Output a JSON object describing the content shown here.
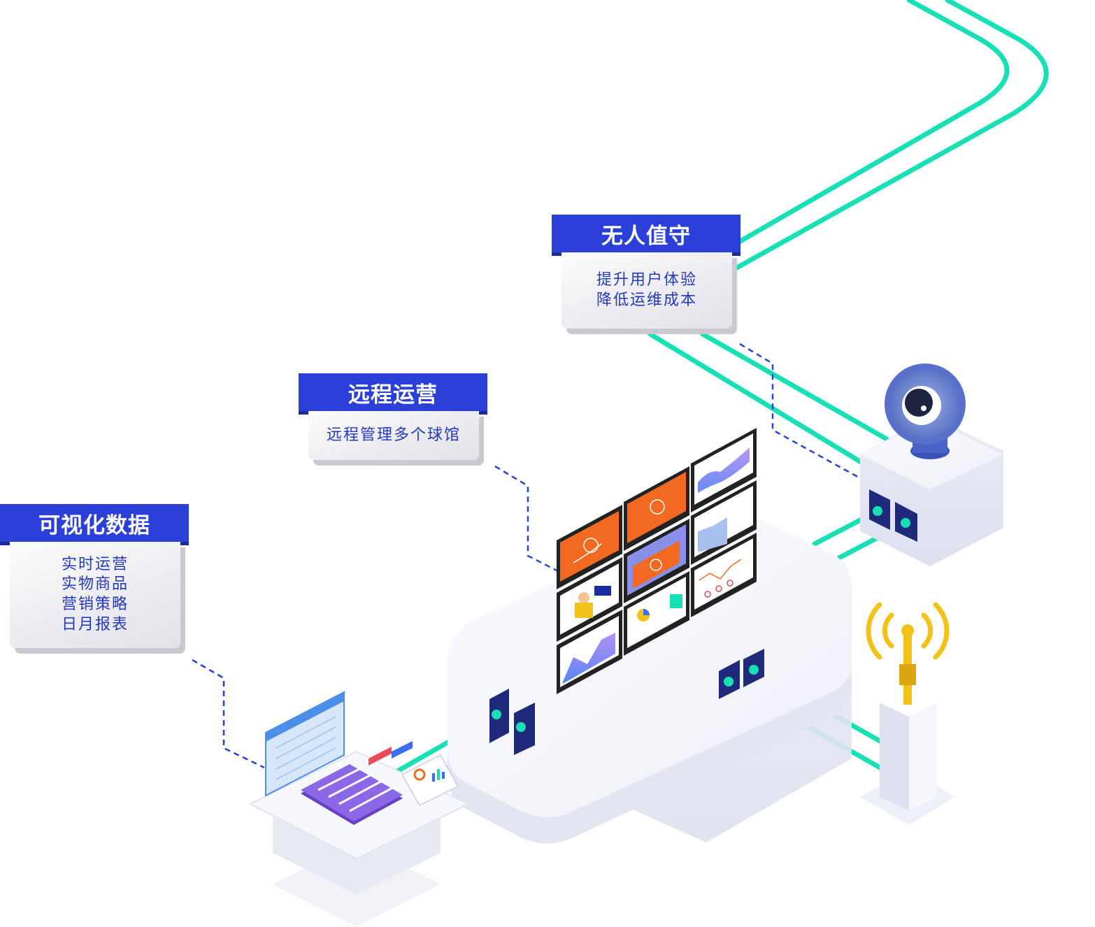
{
  "cards": {
    "unattended": {
      "title": "无人值守",
      "lines": [
        "提升用户体验",
        "降低运维成本"
      ]
    },
    "remote": {
      "title": "远程运营",
      "lines": [
        "远程管理多个球馆"
      ]
    },
    "visual": {
      "title": "可视化数据",
      "lines": [
        "实时运营",
        "实物商品",
        "营销策略",
        "日月报表"
      ]
    }
  },
  "colors": {
    "accent_blue": "#2b40d8",
    "accent_blue_dark": "#1d2a9e",
    "connector_teal": "#19e0b4",
    "signal_yellow": "#f2c21a",
    "court_orange": "#f26a22",
    "chart_purple": "#7a5cf0",
    "platform_white": "#f3f4f9",
    "card_text": "#2438c0"
  },
  "icons": [
    "camera-icon",
    "signal-tower-icon",
    "calendar-icon",
    "checklist-icon",
    "chart-icon"
  ]
}
